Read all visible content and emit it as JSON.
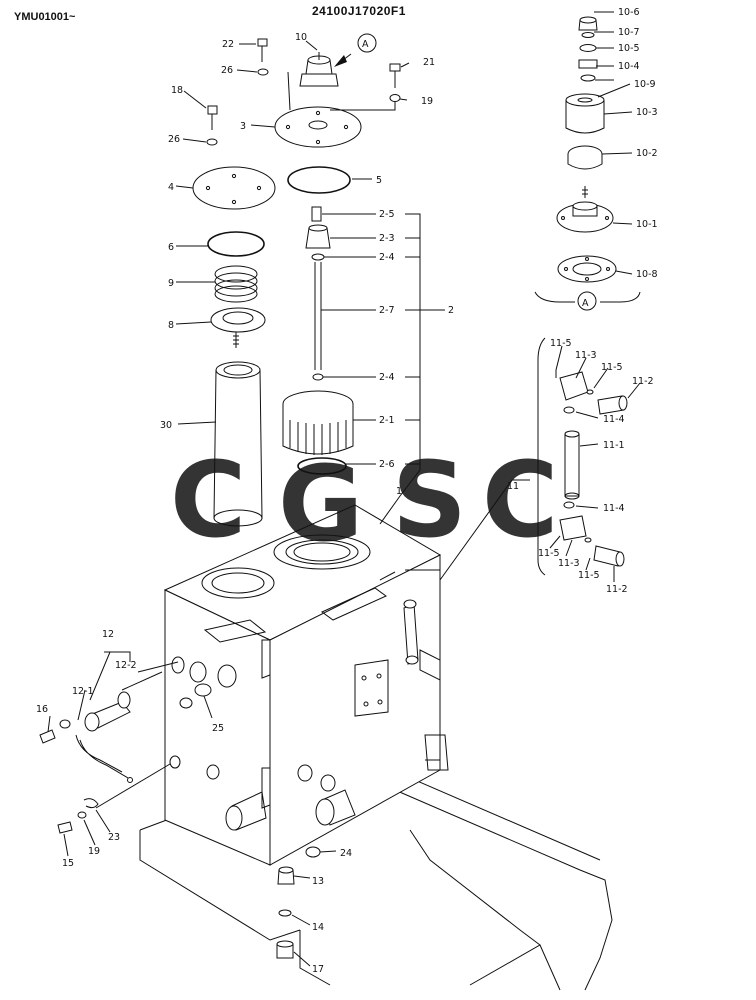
{
  "header": {
    "model": "YMU01001~",
    "drawing_number": "24100J17020F1"
  },
  "detail": {
    "circle_label": "A"
  },
  "watermark": {
    "letters": [
      "C",
      "G",
      "S",
      "C"
    ],
    "colors": [
      "#4a86e8",
      "#e06666",
      "#f6c343",
      "#3fa86f"
    ]
  },
  "labels": {
    "p22": "22",
    "p10": "10",
    "p21": "21",
    "p26a": "26",
    "p19a": "19",
    "p18": "18",
    "p3": "3",
    "p26b": "26",
    "p4": "4",
    "p5": "5",
    "p6": "6",
    "p9": "9",
    "p8": "8",
    "p30": "30",
    "p2_5": "2-5",
    "p2_3": "2-3",
    "p2_4a": "2-4",
    "p2_7": "2-7",
    "p2": "2",
    "p2_4b": "2-4",
    "p2_1": "2-1",
    "p2_6": "2-6",
    "p1": "1",
    "p10_6": "10-6",
    "p10_7": "10-7",
    "p10_5": "10-5",
    "p10_4": "10-4",
    "p10_9": "10-9",
    "p10_3": "10-3",
    "p10_2": "10-2",
    "p10_1": "10-1",
    "p10_8": "10-8",
    "p11_5a": "11-5",
    "p11_3a": "11-3",
    "p11_5b": "11-5",
    "p11_2a": "11-2",
    "p11_4a": "11-4",
    "p11_1": "11-1",
    "p11": "11",
    "p11_4b": "11-4",
    "p11_5c": "11-5",
    "p11_3b": "11-3",
    "p11_5d": "11-5",
    "p11_2b": "11-2",
    "p12": "12",
    "p12_2": "12-2",
    "p12_1": "12-1",
    "p16": "16",
    "p25": "25",
    "p23": "23",
    "p19b": "19",
    "p15": "15",
    "p24": "24",
    "p13": "13",
    "p14": "14",
    "p17": "17"
  }
}
